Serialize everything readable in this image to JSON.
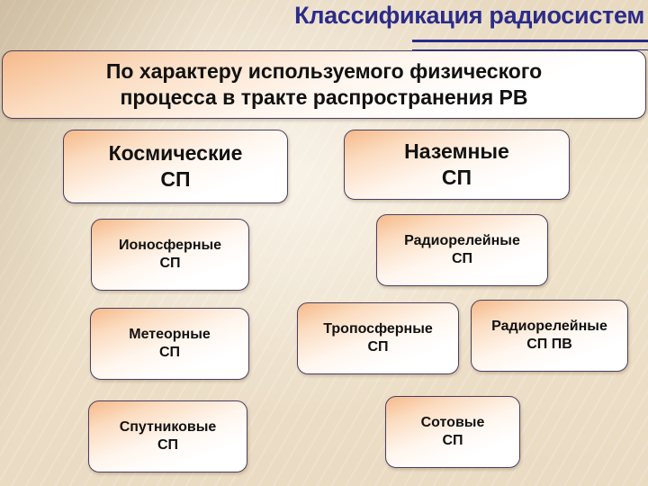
{
  "slide": {
    "title": "Классификация радиосистем",
    "title_color": "#2b2b8a",
    "header": {
      "line1": "По характеру используемого физического",
      "line2": "процесса в тракте распространения РВ"
    }
  },
  "columns": {
    "space": {
      "category": {
        "line1": "Космические",
        "line2": "СП"
      },
      "items": [
        {
          "line1": "Ионосферные",
          "line2": "СП"
        },
        {
          "line1": "Метеорные",
          "line2": "СП"
        },
        {
          "line1": "Спутниковые",
          "line2": "СП"
        }
      ]
    },
    "ground": {
      "category": {
        "line1": "Наземные",
        "line2": "СП"
      },
      "items": [
        {
          "line1": "Радиорелейные",
          "line2": "СП"
        },
        {
          "line1": "Тропосферные",
          "line2": "СП"
        },
        {
          "line1": "Радиорелейные",
          "line2": "СП ПВ"
        },
        {
          "line1": "Сотовые",
          "line2": "СП"
        }
      ]
    }
  }
}
